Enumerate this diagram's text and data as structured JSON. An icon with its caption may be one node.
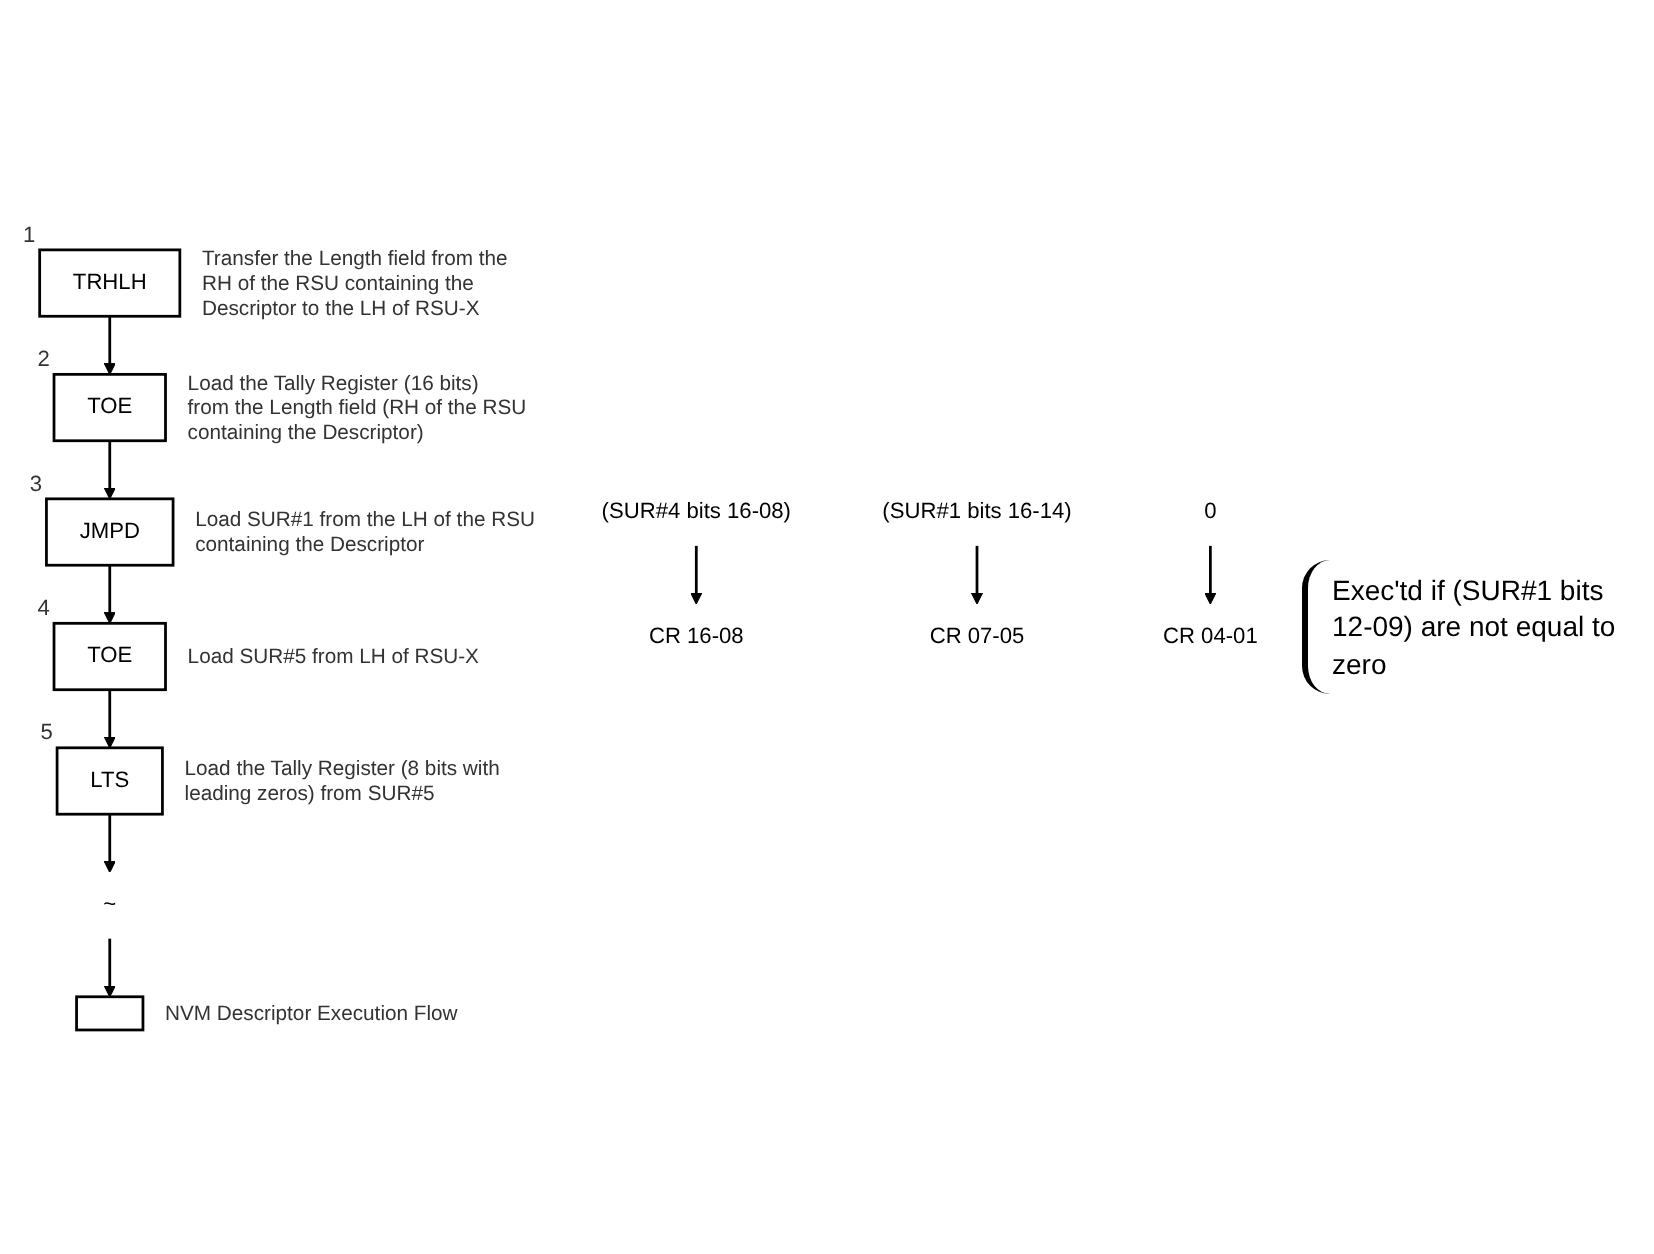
{
  "diagram": {
    "nodes": [
      {
        "text": [
          "TRHLH"
        ],
        "beside": [
          "1",
          "Transfer the Length field from the RH of the RSU containing the Descriptor to the LH of RSU-X"
        ]
      },
      {
        "text": [
          "TOE"
        ],
        "beside": [
          "2",
          "Load the Tally Register (16 bits) from the Length field (RH of the RSU containing the Descriptor)"
        ]
      },
      {
        "text": [
          "JMPD"
        ],
        "beside": [
          "3",
          "Load SUR#1 from the LH of the RSU containing the Descriptor"
        ]
      },
      {
        "text": [
          "(SUR#4 bits 16-08)"
        ]
      },
      {
        "text": [
          "CR 16-08"
        ]
      },
      {
        "text": [
          "(SUR#1 bits 16-14)"
        ]
      },
      {
        "text": [
          "CR 07-05"
        ]
      },
      {
        "text": [
          "0"
        ]
      },
      {
        "text": [
          "CR 04-01"
        ]
      },
      {
        "text": [
          "TOE"
        ],
        "beside": [
          "4",
          "Load SUR#5 from LH of RSU-X"
        ]
      },
      {
        "text": [
          "LTS"
        ],
        "beside": [
          "5",
          "Load the Tally Register (8 bits with leading zeros) from SUR#5"
        ]
      },
      {
        "text": [
          "~"
        ]
      },
      {
        "text": [],
        "shape": "box",
        "beside": [
          "NVM Descriptor Execution Flow"
        ]
      }
    ],
    "edges": [
      {
        "from": 0,
        "to": 1,
        "arrow": "to"
      },
      {
        "from": 1,
        "to": 2,
        "arrow": "to"
      },
      {
        "from": 3,
        "to": 4,
        "arrow": "to"
      },
      {
        "from": 5,
        "to": 6,
        "arrow": "to"
      },
      {
        "from": 7,
        "to": 8,
        "arrow": "to"
      },
      {
        "from": 2,
        "to": 9,
        "arrow": "to"
      },
      {
        "from": 9,
        "to": 10,
        "arrow": "to"
      },
      {
        "from": 10,
        "to": 11,
        "arrow": "to"
      },
      {
        "from": 11,
        "to": 12,
        "arrow": "to"
      }
    ],
    "labels": [
      "Exec'td if (SUR#1 bits 12-09) are not equal to zero"
    ]
  }
}
